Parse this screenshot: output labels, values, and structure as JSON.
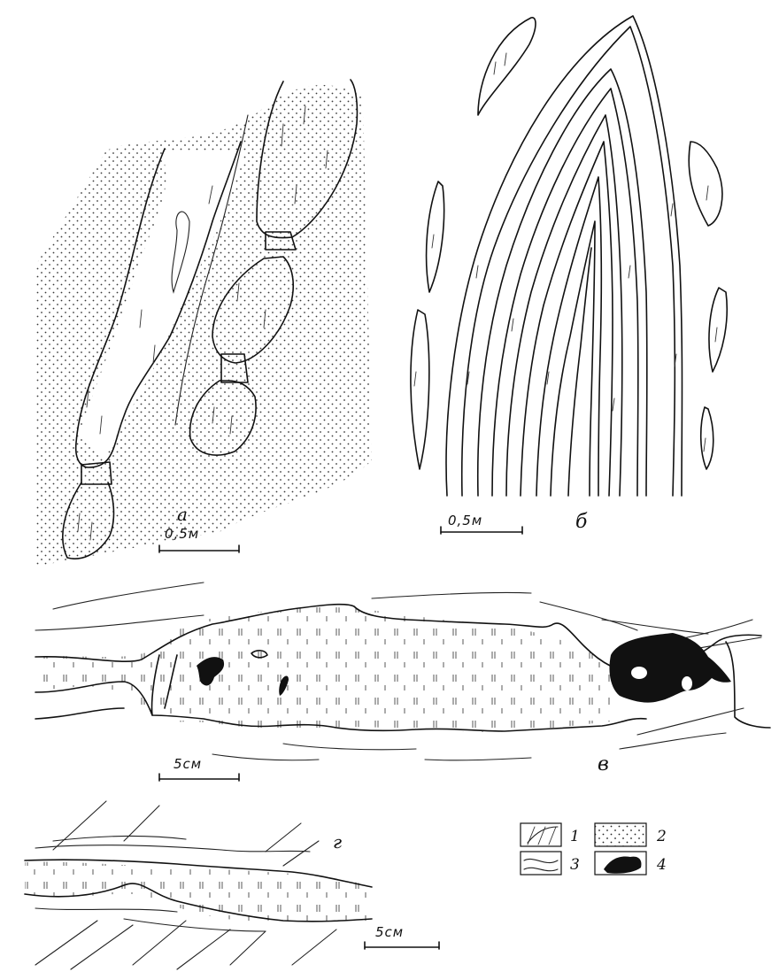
{
  "panels": {
    "a": {
      "label": "а",
      "scale": "0,5м"
    },
    "b": {
      "label": "б",
      "scale": "0,5м"
    },
    "v": {
      "label": "в",
      "scale": "5см"
    },
    "g": {
      "label": "г",
      "scale": "5см"
    }
  },
  "legend": {
    "items": [
      {
        "num": "1"
      },
      {
        "num": "2"
      },
      {
        "num": "3"
      },
      {
        "num": "4"
      }
    ]
  }
}
